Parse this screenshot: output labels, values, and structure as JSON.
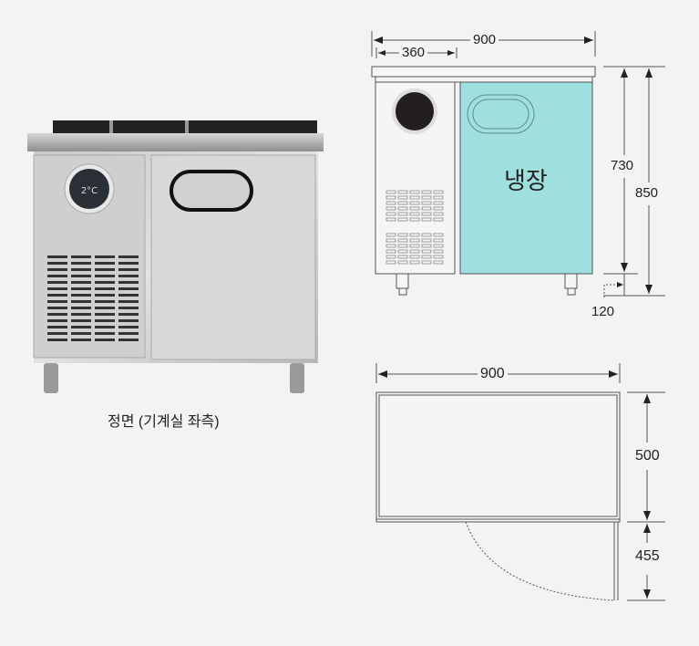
{
  "photo": {
    "caption": "정면 (기계실 좌측)",
    "controller_display": "2°C"
  },
  "front_view": {
    "compartment_label": "냉장",
    "dims": {
      "total_width": "900",
      "machine_width": "360",
      "body_height": "730",
      "total_height": "850",
      "leg_height": "120"
    },
    "colors": {
      "compartment_fill": "#9fe0df",
      "background": "#f3f3f3",
      "line": "#555555"
    }
  },
  "top_view": {
    "dims": {
      "width": "900",
      "depth": "500",
      "door_swing": "455"
    }
  }
}
